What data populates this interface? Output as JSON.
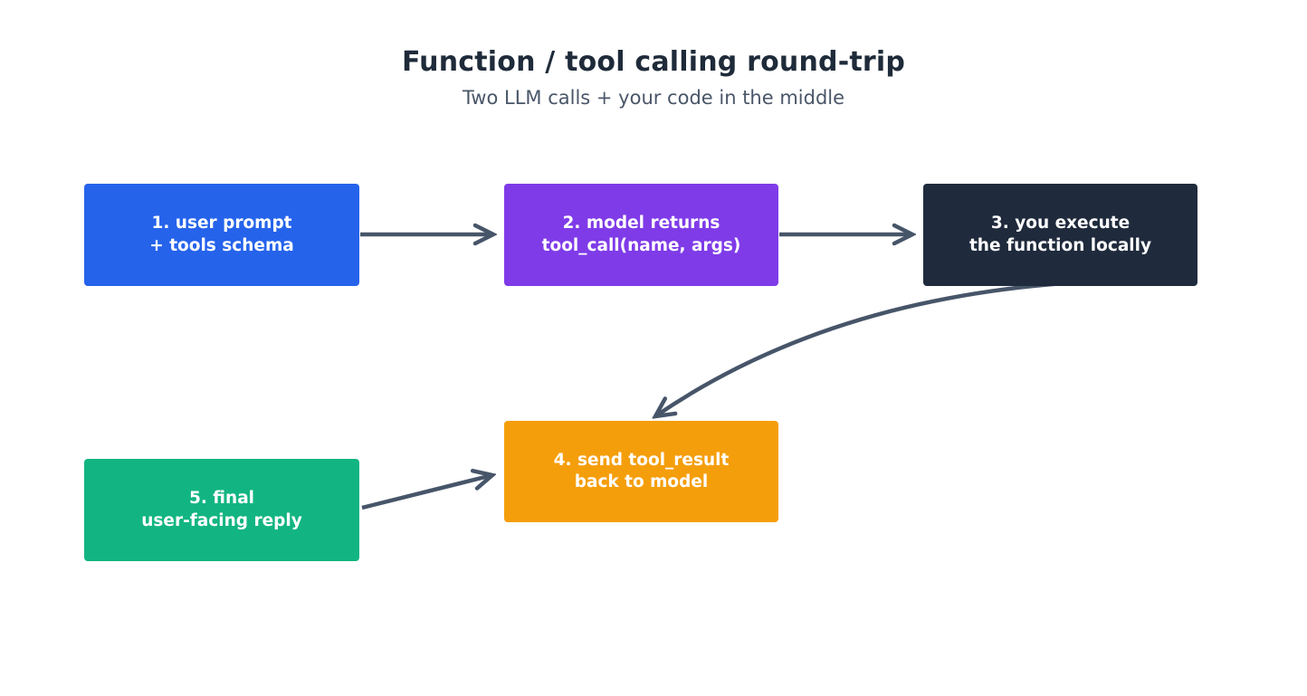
{
  "header": {
    "title": "Function / tool calling round-trip",
    "subtitle": "Two LLM calls + your code in the middle"
  },
  "colors": {
    "background": "#ffffff",
    "title_text": "#1f2b3a",
    "subtitle_text": "#4a5668",
    "arrow": "#475569",
    "node_text": "#ffffff",
    "blue": "#2563eb",
    "purple": "#7f3be8",
    "dark_navy": "#1f2a3c",
    "orange": "#f59e0b",
    "green": "#12b581"
  },
  "nodes": [
    {
      "id": "user-prompt",
      "lines": [
        "1. user prompt",
        "+ tools schema"
      ],
      "color": "#2563eb"
    },
    {
      "id": "model-tool-call",
      "lines": [
        "2. model returns",
        "tool_call(name, args)"
      ],
      "color": "#7f3be8"
    },
    {
      "id": "execute-function",
      "lines": [
        "3. you execute",
        "the function locally"
      ],
      "color": "#1f2a3c"
    },
    {
      "id": "send-tool-result",
      "lines": [
        "4. send tool_result",
        "back to model"
      ],
      "color": "#f59e0b"
    },
    {
      "id": "final-reply",
      "lines": [
        "5. final",
        "user-facing reply"
      ],
      "color": "#12b581"
    }
  ],
  "edges": [
    {
      "from": "user-prompt",
      "to": "model-tool-call",
      "style": "straight-horizontal"
    },
    {
      "from": "model-tool-call",
      "to": "execute-function",
      "style": "straight-horizontal"
    },
    {
      "from": "execute-function",
      "to": "send-tool-result",
      "style": "curved"
    },
    {
      "from": "final-reply",
      "to": "send-tool-result",
      "style": "straight-diagonal"
    }
  ]
}
